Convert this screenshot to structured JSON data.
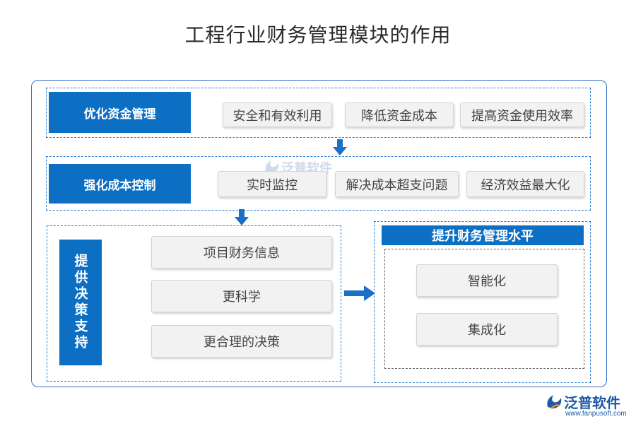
{
  "title": "工程行业财务管理模块的作用",
  "sections": {
    "fund": {
      "label": "优化资金管理",
      "items": [
        "安全和有效利用",
        "降低资金成本",
        "提高资金使用效率"
      ]
    },
    "cost": {
      "label": "强化成本控制",
      "items": [
        "实时监控",
        "解决成本超支问题",
        "经济效益最大化"
      ]
    },
    "decision": {
      "label": "提供决策支持",
      "items": [
        "项目财务信息",
        "更科学",
        "更合理的决策"
      ]
    },
    "level": {
      "label": "提升财务管理水平",
      "items": [
        "智能化",
        "集成化"
      ]
    }
  },
  "logo": {
    "name": "泛普软件",
    "url": "www.fanpusoft.com"
  },
  "watermark": "泛普软件",
  "colors": {
    "accent": "#0d6fc4",
    "border": "#2f6fc9",
    "dash": "#2a7fd4",
    "item_bg": "#f2f2f2",
    "logo": "#1e5aa8"
  },
  "icons": [
    "arrow-down-icon",
    "arrow-right-icon",
    "logo-icon"
  ]
}
